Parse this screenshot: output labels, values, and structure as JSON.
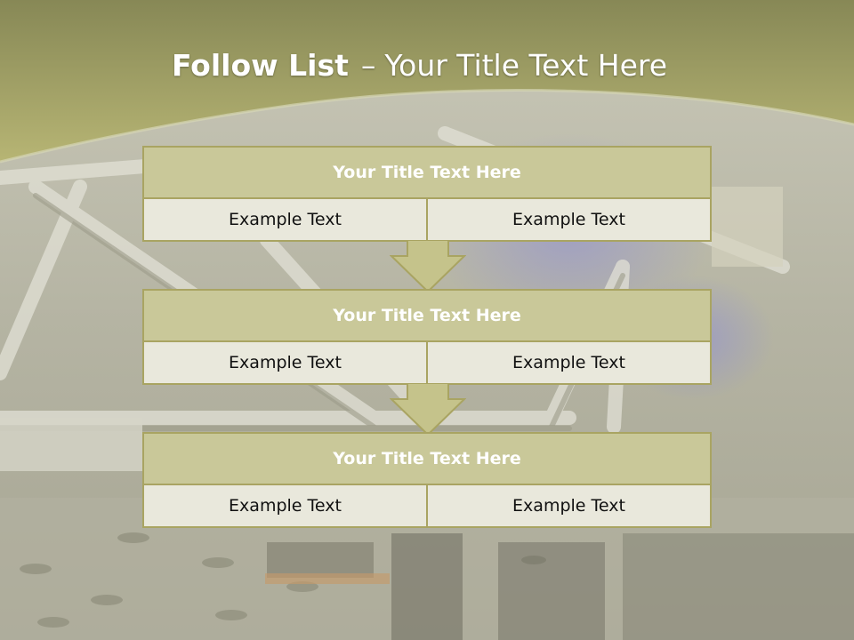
{
  "slide": {
    "title_bold": "Follow List",
    "title_dash": "–",
    "title_rest": "Your Title Text Here"
  },
  "steps": [
    {
      "title": "Your Title Text Here",
      "left": "Example Text",
      "right": "Example Text"
    },
    {
      "title": "Your Title Text Here",
      "left": "Example Text",
      "right": "Example Text"
    },
    {
      "title": "Your Title Text Here",
      "left": "Example Text",
      "right": "Example Text"
    }
  ],
  "colors": {
    "header_band": "#a9a66e",
    "box_header": "#c9c899",
    "box_body": "#e9e8dc",
    "box_border": "#a9a462",
    "arrow_fill": "#c5c38b"
  },
  "icons": [
    "down-arrow-icon"
  ]
}
